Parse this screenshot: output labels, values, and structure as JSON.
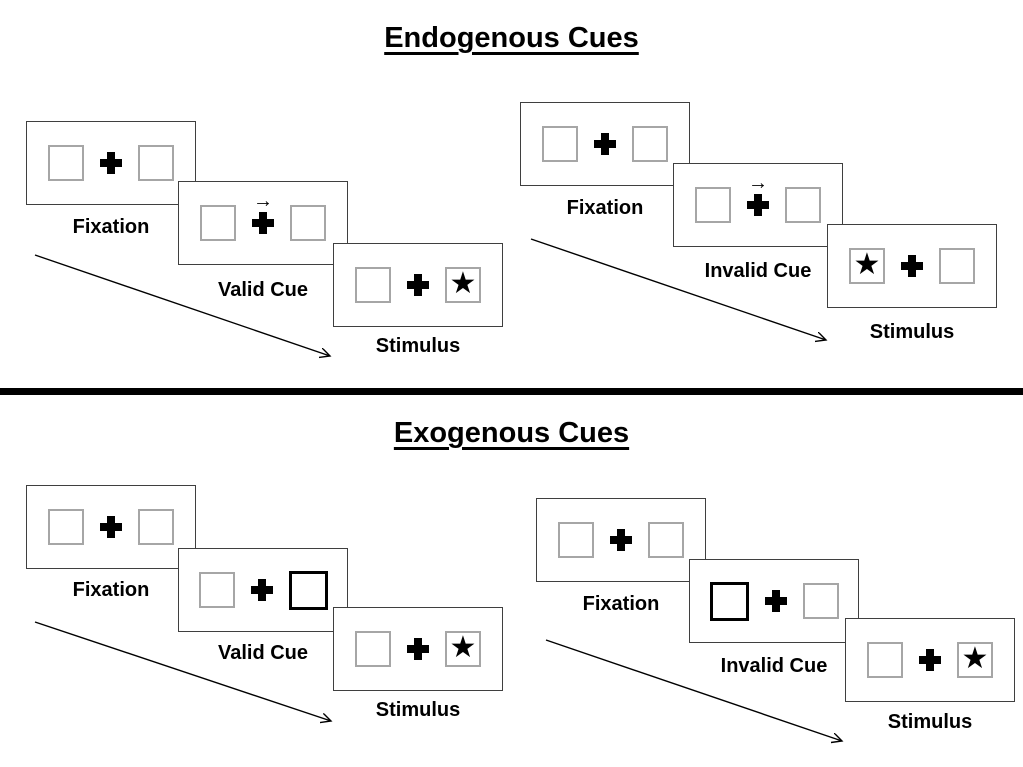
{
  "figure": {
    "background": "#ffffff",
    "colors": {
      "ink": "#000000",
      "panel_border": "#3f3f3f",
      "box_border": "#a6a6a6",
      "cue_highlight_border": "#000000",
      "divider": "#000000"
    }
  },
  "glyphs": {
    "star": "★",
    "cue_arrow": "→"
  },
  "sections": [
    {
      "title": "Endogenous Cues",
      "groups": [
        {
          "name": "valid-trial",
          "panels": [
            {
              "label": "Fixation"
            },
            {
              "label": "Valid Cue"
            },
            {
              "label": "Stimulus"
            }
          ]
        },
        {
          "name": "invalid-trial",
          "panels": [
            {
              "label": "Fixation"
            },
            {
              "label": "Invalid Cue"
            },
            {
              "label": "Stimulus"
            }
          ]
        }
      ]
    },
    {
      "title": "Exogenous Cues",
      "groups": [
        {
          "name": "valid-trial",
          "panels": [
            {
              "label": "Fixation"
            },
            {
              "label": "Valid Cue"
            },
            {
              "label": "Stimulus"
            }
          ]
        },
        {
          "name": "invalid-trial",
          "panels": [
            {
              "label": "Fixation"
            },
            {
              "label": "Invalid Cue"
            },
            {
              "label": "Stimulus"
            }
          ]
        }
      ]
    }
  ]
}
